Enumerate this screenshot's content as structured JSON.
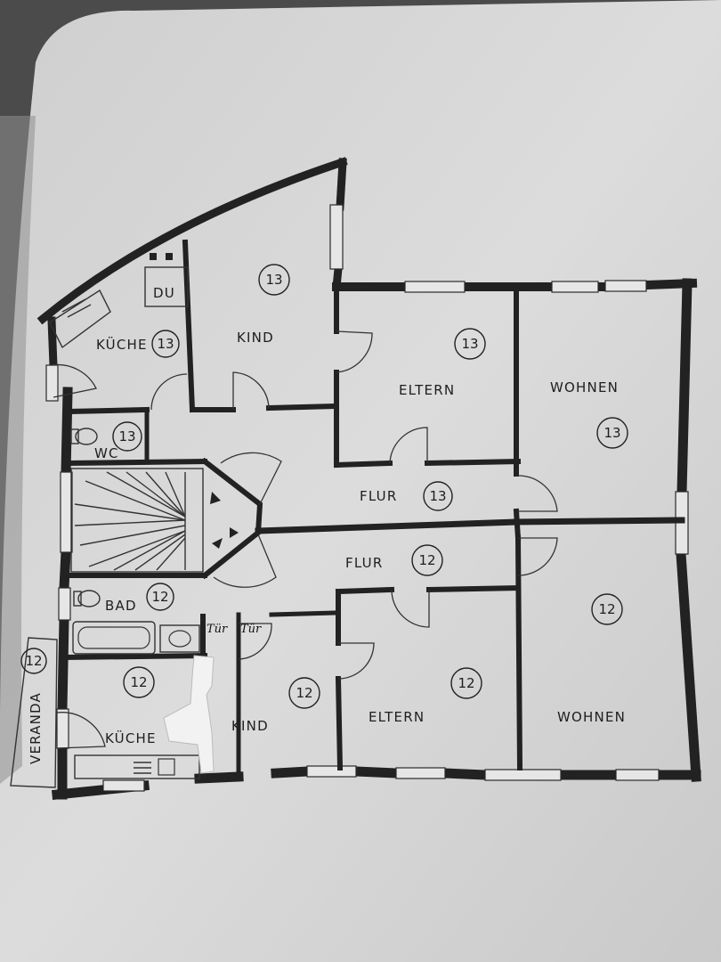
{
  "floor_12": {
    "rooms": {
      "flur": {
        "label": "FLUR",
        "number": "12"
      },
      "bad": {
        "label": "BAD",
        "number": "12"
      },
      "kueche": {
        "label": "KÜCHE",
        "number": "12"
      },
      "kind": {
        "label": "KIND",
        "number": "12"
      },
      "eltern": {
        "label": "ELTERN",
        "number": "12"
      },
      "wohnen": {
        "label": "WOHNEN",
        "number": "12"
      }
    },
    "veranda": {
      "label": "VERANDA",
      "number": "12"
    },
    "handwritten": [
      "Tür",
      "Tür"
    ]
  },
  "floor_13": {
    "rooms": {
      "du": {
        "label": "DU"
      },
      "kueche": {
        "label": "KÜCHE",
        "number": "13"
      },
      "kind": {
        "label": "KIND",
        "number": "13"
      },
      "eltern": {
        "label": "ELTERN",
        "number": "13"
      },
      "wohnen": {
        "label": "WOHNEN",
        "number": "13"
      },
      "wc": {
        "label": "WC",
        "number": "13"
      },
      "flur": {
        "label": "FLUR",
        "number": "13"
      }
    }
  },
  "colors": {
    "paper": "#d7d7d7",
    "wall": "#222222",
    "background": "#4a4a4a"
  }
}
